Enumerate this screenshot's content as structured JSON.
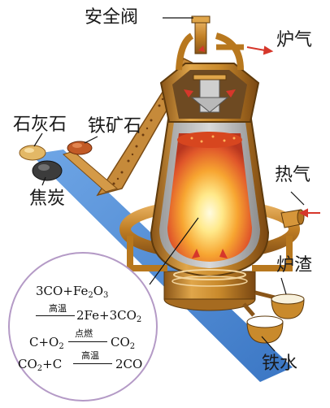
{
  "labels": {
    "safety_valve": "安全阀",
    "furnace_gas": "炉气",
    "limestone": "石灰石",
    "iron_ore": "铁矿石",
    "hot_air": "热气",
    "coke": "焦炭",
    "slag": "炉渣",
    "molten_iron": "铁水"
  },
  "equations": {
    "eq1_left": "3CO+Fe",
    "eq1_sub1": "2",
    "eq1_mid": "O",
    "eq1_sub2": "3",
    "eq1_cond": "高温",
    "eq1_right_a": "2Fe+3CO",
    "eq1_right_sub": "2",
    "eq2_left_a": "C+O",
    "eq2_left_sub": "2",
    "eq2_cond": "点燃",
    "eq2_right_a": "CO",
    "eq2_right_sub": "2",
    "eq3_left_a": "CO",
    "eq3_left_sub": "2",
    "eq3_left_b": "+C",
    "eq3_cond": "高温",
    "eq3_right": "2CO"
  },
  "colors": {
    "conveyor_blue": "#4f8fd8",
    "furnace_shell": "#c98a2c",
    "fire_core": "#fff3a0",
    "equation_border": "#b49ac6"
  }
}
